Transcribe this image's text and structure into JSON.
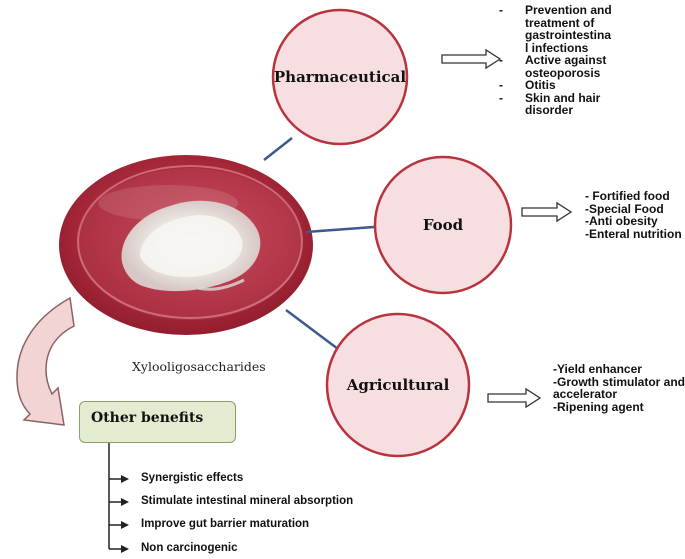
{
  "center": {
    "caption": "Xylooligosaccharides"
  },
  "pharmaceutical": {
    "label": "Pharmaceutical",
    "items": [
      "Prevention and treatment  of gastrointestina l infections",
      "Active against osteoporosis",
      "Otitis",
      "Skin and hair disorder"
    ]
  },
  "food": {
    "label": "Food",
    "items": [
      "- Fortified food",
      "-Special Food",
      "-Anti obesity",
      "-Enteral nutrition"
    ]
  },
  "agricultural": {
    "label": "Agricultural",
    "items": [
      "-Yield enhancer",
      "-Growth stimulator and accelerator",
      "-Ripening agent"
    ]
  },
  "other": {
    "label": "Other benefits",
    "items": [
      "Synergistic effects",
      "Stimulate intestinal mineral absorption",
      "Improve gut barrier maturation",
      "Non carcinogenic"
    ]
  },
  "colors": {
    "circle_fill": "#f7dfe1",
    "circle_stroke": "#b8333d",
    "connector": "#3c5a8c",
    "benefit_box_fill": "#e3ecd0",
    "benefit_box_stroke": "#8aa165",
    "curved_arrow_fill": "#f3d4d5",
    "curved_arrow_stroke": "#8a6262"
  }
}
